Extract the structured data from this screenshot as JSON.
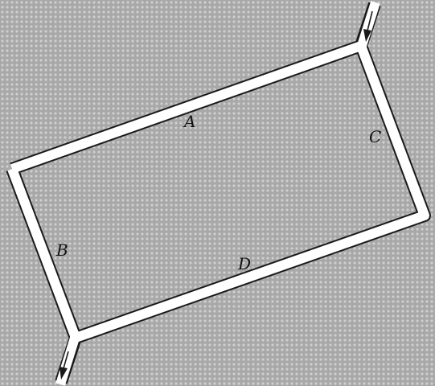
{
  "diagram": {
    "labels": {
      "a": "A",
      "b": "B",
      "c": "C",
      "d": "D"
    },
    "colors": {
      "background": "#a8a8a8",
      "dot": "#cfcfcf",
      "pipe_fill": "#ffffff",
      "pipe_outline": "#1a1a1a",
      "arrow": "#1a1a1a"
    }
  }
}
